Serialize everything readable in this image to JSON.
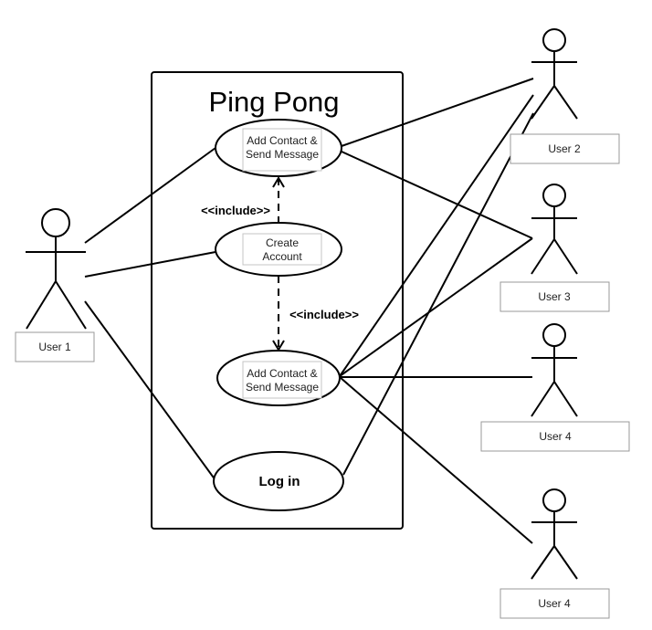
{
  "system": {
    "title": "Ping Pong"
  },
  "use_cases": {
    "add_contact_top": {
      "line1": "Add  Contact &",
      "line2": "Send Message"
    },
    "create_account": {
      "line1": "Create",
      "line2": "Account"
    },
    "add_contact_bottom": {
      "line1": "Add  Contact &",
      "line2": "Send Message"
    },
    "log_in": {
      "label": "Log in"
    }
  },
  "relations": {
    "include_top": "<<include>>",
    "include_bottom": "<<include>>"
  },
  "actors": {
    "user1": "User 1",
    "user2": "User 2",
    "user3": "User 3",
    "user4a": "User 4",
    "user4b": "User 4"
  }
}
